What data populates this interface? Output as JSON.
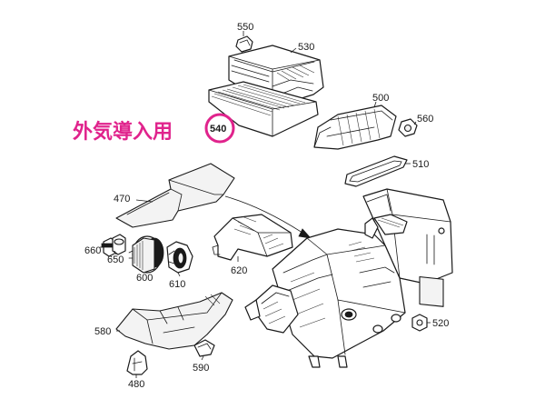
{
  "callout": {
    "text": "外気導入用",
    "part_number": "540",
    "color": "#e0238c"
  },
  "parts": {
    "p550": "550",
    "p530": "530",
    "p500": "500",
    "p560": "560",
    "p510": "510",
    "p470": "470",
    "p660": "660",
    "p650": "650",
    "p600": "600",
    "p610": "610",
    "p620": "620",
    "p580": "580",
    "p590": "590",
    "p480": "480",
    "p520": "520"
  }
}
